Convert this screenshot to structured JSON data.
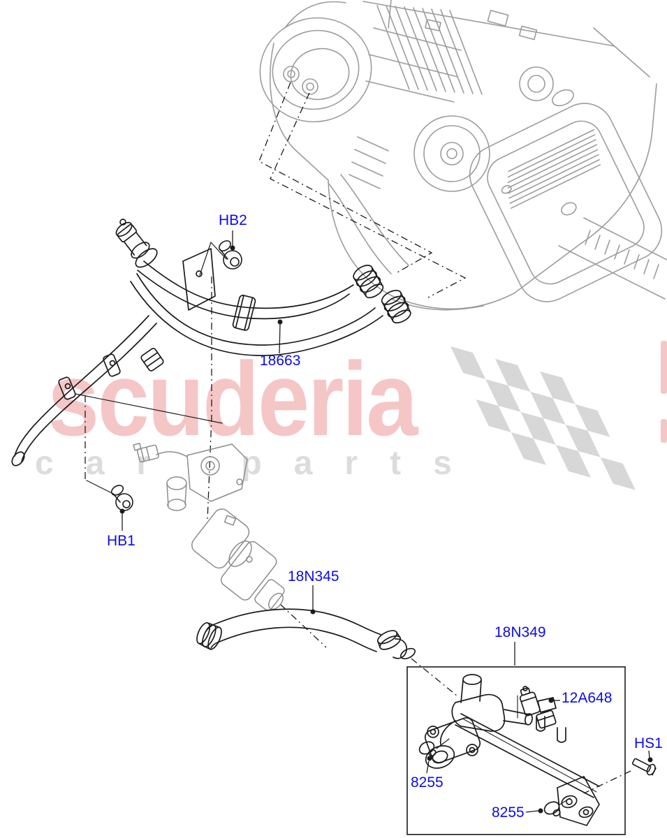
{
  "watermark": {
    "brand_text": "scuderia",
    "tagline_text": "car parts",
    "brand_color": "#f5c6c6",
    "tagline_color": "#dcdcdc",
    "flag_color": "#d7d7d7"
  },
  "diagram": {
    "label_color": "#0b0bee",
    "callouts": [
      {
        "id": "hb2",
        "text": "HB2"
      },
      {
        "id": "18663",
        "text": "18663"
      },
      {
        "id": "hb1",
        "text": "HB1"
      },
      {
        "id": "18n345",
        "text": "18N345"
      },
      {
        "id": "18n349",
        "text": "18N349"
      },
      {
        "id": "12a648",
        "text": "12A648"
      },
      {
        "id": "hs1",
        "text": "HS1"
      },
      {
        "id": "8255-front",
        "text": "8255"
      },
      {
        "id": "8255-rear",
        "text": "8255"
      }
    ]
  }
}
